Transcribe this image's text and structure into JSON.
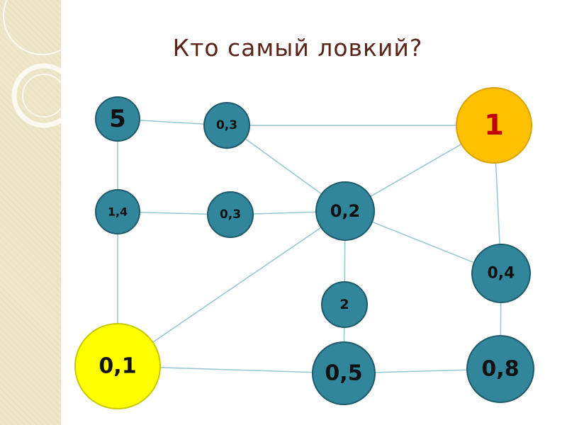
{
  "title": "Кто самый ловкий?",
  "colors": {
    "node": "#31869b",
    "node_stroke": "#1f5a6b",
    "edge": "#93c6ce",
    "highlight_orange": "#ffc000",
    "highlight_yellow": "#ffff00",
    "label_dark": "#111111",
    "label_red": "#c00000",
    "sidebar": "#efe6c8"
  },
  "nodes": [
    {
      "id": "n5",
      "label": "5",
      "style": "blue"
    },
    {
      "id": "n03a",
      "label": "0,3",
      "style": "blue"
    },
    {
      "id": "n1",
      "label": "1",
      "style": "orange"
    },
    {
      "id": "n14",
      "label": "1,4",
      "style": "blue"
    },
    {
      "id": "n03b",
      "label": "0,3",
      "style": "blue"
    },
    {
      "id": "n02",
      "label": "0,2",
      "style": "blue"
    },
    {
      "id": "n04",
      "label": "0,4",
      "style": "blue"
    },
    {
      "id": "n2",
      "label": "2",
      "style": "blue"
    },
    {
      "id": "n01",
      "label": "0,1",
      "style": "yellow"
    },
    {
      "id": "n05",
      "label": "0,5",
      "style": "blue"
    },
    {
      "id": "n08",
      "label": "0,8",
      "style": "blue"
    }
  ],
  "edges": [
    [
      "n5",
      "n03a"
    ],
    [
      "n03a",
      "n1"
    ],
    [
      "n03a",
      "n02"
    ],
    [
      "n1",
      "n02"
    ],
    [
      "n1",
      "n04"
    ],
    [
      "n5",
      "n14"
    ],
    [
      "n14",
      "n03b"
    ],
    [
      "n03b",
      "n02"
    ],
    [
      "n02",
      "n2"
    ],
    [
      "n02",
      "n04"
    ],
    [
      "n02",
      "n01"
    ],
    [
      "n14",
      "n01"
    ],
    [
      "n2",
      "n05"
    ],
    [
      "n04",
      "n08"
    ],
    [
      "n01",
      "n05"
    ],
    [
      "n05",
      "n08"
    ]
  ]
}
